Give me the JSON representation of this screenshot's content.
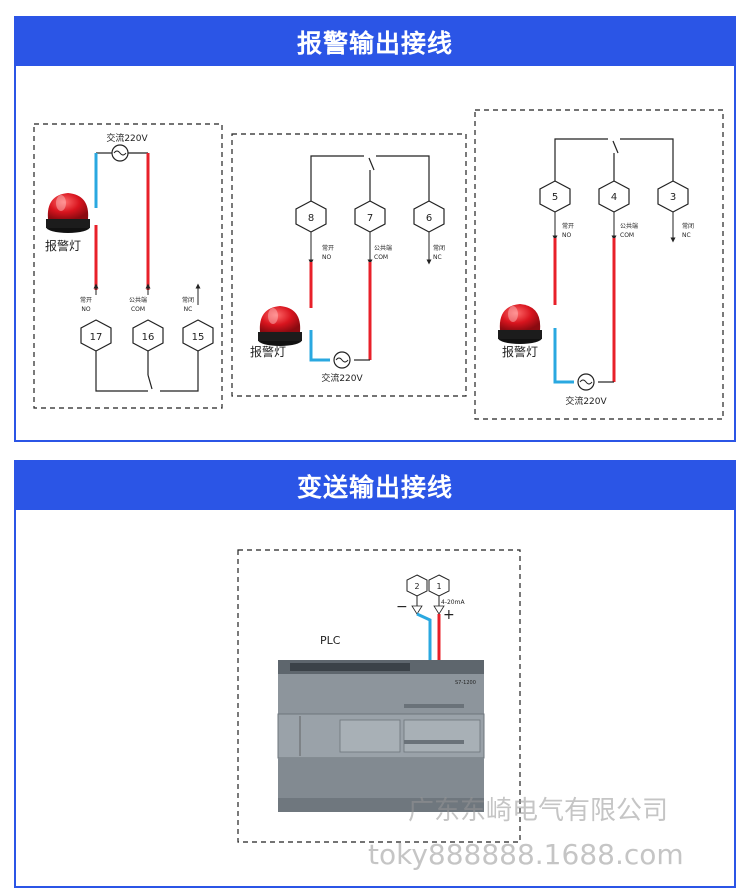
{
  "colors": {
    "brand": "#2b55e6",
    "red_wire": "#e8202a",
    "blue_wire": "#2aa8e0",
    "lamp": "#d8141e"
  },
  "sections": [
    {
      "title": "报警输出接线"
    },
    {
      "title": "变送输出接线"
    }
  ],
  "diagram1": {
    "ac_label": "交流220V",
    "lamp_label": "报警灯",
    "terminals": [
      {
        "num": "17",
        "cn": "常开",
        "en": "NO"
      },
      {
        "num": "16",
        "cn": "公共端",
        "en": "COM"
      },
      {
        "num": "15",
        "cn": "常闭",
        "en": "NC"
      }
    ]
  },
  "diagram2": {
    "ac_label": "交流220V",
    "lamp_label": "报警灯",
    "terminals": [
      {
        "num": "8",
        "cn": "常开",
        "en": "NO"
      },
      {
        "num": "7",
        "cn": "公共端",
        "en": "COM"
      },
      {
        "num": "6",
        "cn": "常闭",
        "en": "NC"
      }
    ]
  },
  "diagram3": {
    "ac_label": "交流220V",
    "lamp_label": "报警灯",
    "terminals": [
      {
        "num": "5",
        "cn": "常开",
        "en": "NO"
      },
      {
        "num": "4",
        "cn": "公共端",
        "en": "COM"
      },
      {
        "num": "3",
        "cn": "常闭",
        "en": "NC"
      }
    ]
  },
  "diagram4": {
    "plc_label": "PLC",
    "current_label": "4-20mA",
    "minus": "−",
    "plus": "+",
    "terminals": [
      {
        "num": "2"
      },
      {
        "num": "1"
      }
    ],
    "plc_model": "S7-1200"
  },
  "watermark": {
    "company": "广东东崎电气有限公司",
    "site": "toky888888.1688.com"
  }
}
